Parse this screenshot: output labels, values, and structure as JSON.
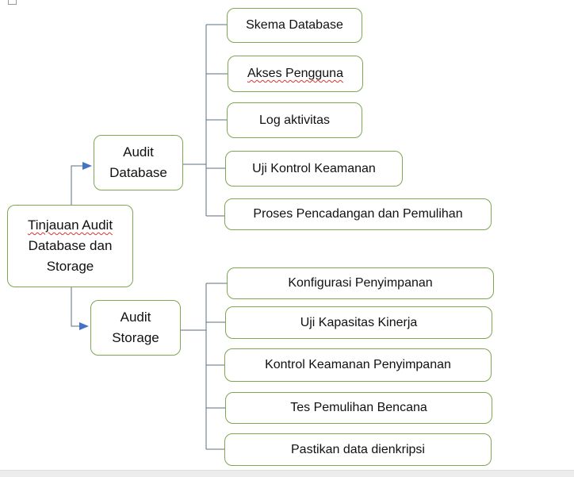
{
  "root": {
    "line1": "Tinjauan Audit",
    "line2": "Database dan",
    "line3": "Storage"
  },
  "branches": [
    {
      "line1": "Audit",
      "line2": "Database",
      "children": [
        "Skema Database",
        "Akses Pengguna",
        "Log aktivitas",
        "Uji Kontrol Keamanan",
        "Proses Pencadangan dan Pemulihan"
      ]
    },
    {
      "line1": "Audit",
      "line2": "Storage",
      "children": [
        "Konfigurasi Penyimpanan",
        "Uji Kapasitas Kinerja",
        "Kontrol Keamanan Penyimpanan",
        "Tes Pemulihan Bencana",
        "Pastikan data dienkripsi"
      ]
    }
  ],
  "colors": {
    "border": "#7fa650",
    "connector": "#5a6f86",
    "arrow": "#4472c4"
  }
}
